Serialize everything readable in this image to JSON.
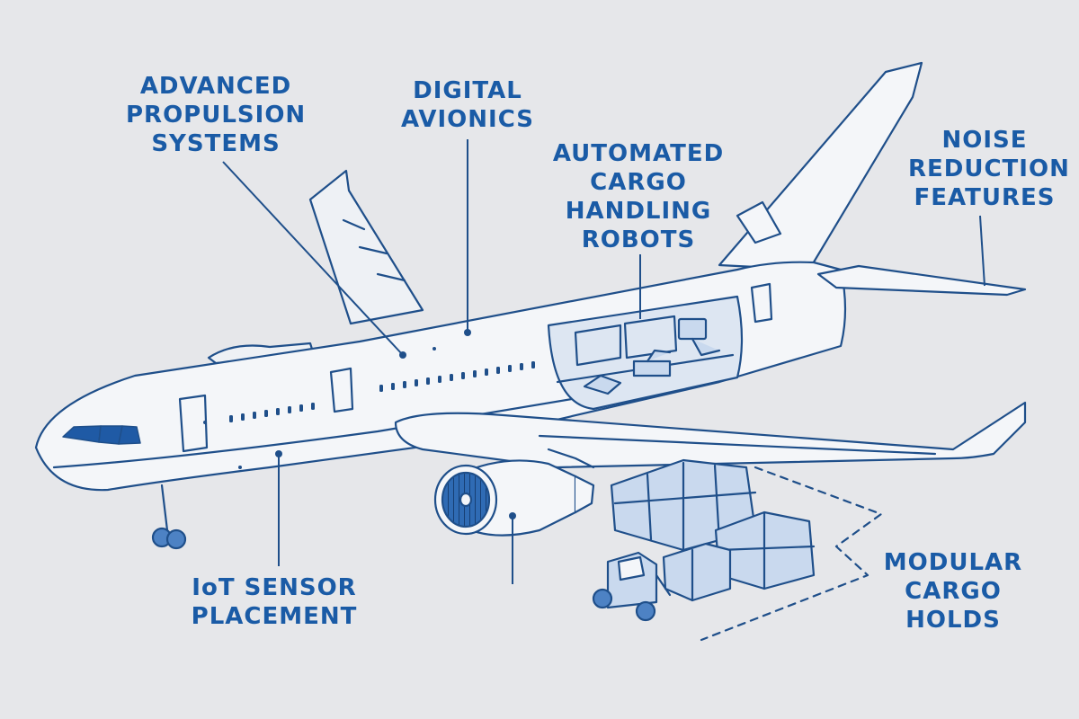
{
  "colors": {
    "background": "#e6e7ea",
    "ink": "#1f4f8a",
    "label": "#1a5ba6",
    "accent": "#4d82c4",
    "fill_light": "#c9d9ee",
    "fill_white": "#f4f6f9"
  },
  "labels": {
    "propulsion": [
      "ADVANCED",
      "PROPULSION",
      "SYSTEMS"
    ],
    "avionics": [
      "DIGITAL",
      "AVIONICS"
    ],
    "cargo_robots": [
      "AUTOMATED",
      "CARGO",
      "HANDLING",
      "ROBOTS"
    ],
    "noise": [
      "NOISE",
      "REDUCTION",
      "FEATURES"
    ],
    "iot": [
      "IoT SENSOR",
      "PLACEMENT"
    ],
    "modular": [
      "MODULAR",
      "CARGO",
      "HOLDS"
    ]
  },
  "icons": [
    "airplane-illustration",
    "jet-engine-icon",
    "landing-gear-icon",
    "cargo-container-icon",
    "forklift-icon",
    "robot-arm-icon"
  ]
}
